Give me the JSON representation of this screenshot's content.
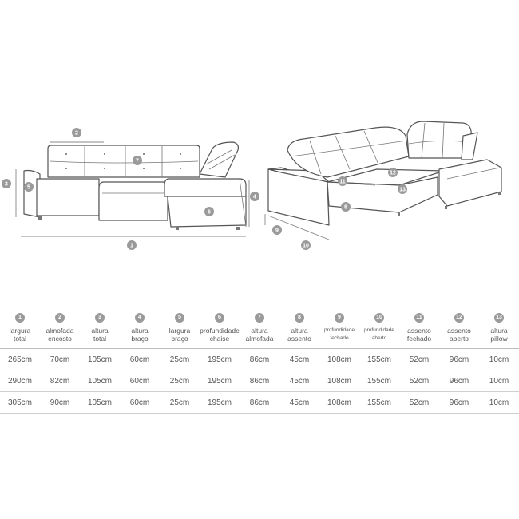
{
  "callout_numbers": [
    "1",
    "2",
    "3",
    "4",
    "5",
    "6",
    "7",
    "8",
    "9",
    "10",
    "11",
    "12",
    "13"
  ],
  "columns": [
    {
      "num": "1",
      "label": "largura\ntotal"
    },
    {
      "num": "2",
      "label": "almofada\nencosto"
    },
    {
      "num": "3",
      "label": "altura\ntotal"
    },
    {
      "num": "4",
      "label": "altura\nbraço"
    },
    {
      "num": "5",
      "label": "largura\nbraço"
    },
    {
      "num": "6",
      "label": "profundidade\nchaise"
    },
    {
      "num": "7",
      "label": "altura\nalmofada"
    },
    {
      "num": "8",
      "label": "altura\nassento"
    },
    {
      "num": "9",
      "label": "profundidade\nfechado"
    },
    {
      "num": "10",
      "label": "profundidade\naberto"
    },
    {
      "num": "11",
      "label": "assento\nfechado"
    },
    {
      "num": "12",
      "label": "assento\naberto"
    },
    {
      "num": "13",
      "label": "altura\npillow"
    }
  ],
  "rows": [
    [
      "265cm",
      "70cm",
      "105cm",
      "60cm",
      "25cm",
      "195cm",
      "86cm",
      "45cm",
      "108cm",
      "155cm",
      "52cm",
      "96cm",
      "10cm"
    ],
    [
      "290cm",
      "82cm",
      "105cm",
      "60cm",
      "25cm",
      "195cm",
      "86cm",
      "45cm",
      "108cm",
      "155cm",
      "52cm",
      "96cm",
      "10cm"
    ],
    [
      "305cm",
      "90cm",
      "105cm",
      "60cm",
      "25cm",
      "195cm",
      "86cm",
      "45cm",
      "108cm",
      "155cm",
      "52cm",
      "96cm",
      "10cm"
    ]
  ]
}
